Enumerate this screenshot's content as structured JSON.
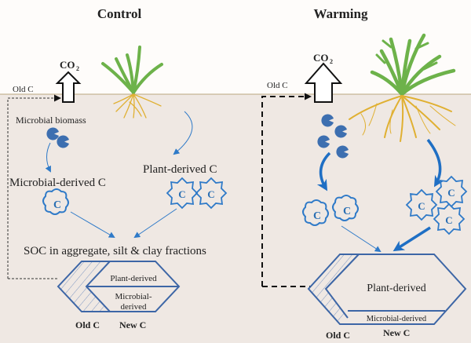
{
  "panels": {
    "control": {
      "title": "Control",
      "co2_label": "CO",
      "co2_sub": "2",
      "old_c_label": "Old C",
      "microbial_biomass_label": "Microbial biomass",
      "microbial_derived_label": "Microbial-derived C",
      "plant_derived_label": "Plant-derived C",
      "soc_label": "SOC in aggregate, silt & clay fractions",
      "pool_plant_label": "Plant-derived",
      "pool_microbial_label_1": "Microbial-",
      "pool_microbial_label_2": "derived",
      "old_c_axis": "Old C",
      "new_c_axis": "New C",
      "carbon_symbol": "C"
    },
    "warming": {
      "title": "Warming",
      "co2_label": "CO",
      "co2_sub": "2",
      "old_c_label": "Old C",
      "pool_plant_label": "Plant-derived",
      "pool_microbial_label": "Microbial-derived",
      "old_c_axis": "Old C",
      "new_c_axis": "New C",
      "carbon_symbol": "C"
    }
  },
  "colors": {
    "soil": "#efe8e3",
    "sky": "#fefcfa",
    "soil_line": "#c9b99b",
    "microbe": "#3d6fb0",
    "arrow_blue": "#2f7ac8",
    "pool_outline": "#3d66a6",
    "leaf": "#6db24a",
    "root": "#e0b032"
  }
}
